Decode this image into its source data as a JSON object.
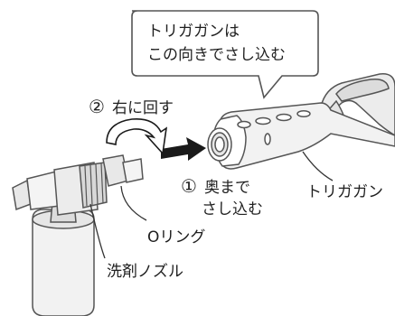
{
  "callout": {
    "line1": "トリガガンは",
    "line2": "この向きでさし込む"
  },
  "step2": {
    "number": "②",
    "text": "右に回す"
  },
  "step1": {
    "number": "①",
    "text_line1": "奥まで",
    "text_line2": "さし込む"
  },
  "labels": {
    "trigger_gun": "トリガガン",
    "o_ring": "Oリング",
    "detergent_nozzle": "洗剤ノズル"
  }
}
